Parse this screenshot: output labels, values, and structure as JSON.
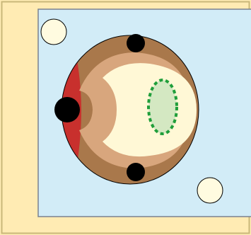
{
  "colors": {
    "page_background": "#FFEBB3",
    "page_border": "#C9B779",
    "panel_fill": "#D2ECF7",
    "panel_stroke": "#7A8290",
    "outer_shell": "#A9784B",
    "middle_layer": "#D8A67D",
    "inner_core": "#FFF8D6",
    "crescent_patch": "#C8302D",
    "marker_dots": "#000000",
    "small_circles_fill": "#FFFBE0",
    "dashed_oval_fill": "#D4E8C2",
    "dashed_oval_stroke": "#1F9E3A"
  },
  "elements": {
    "border_frame": "frame",
    "panel": "background-panel",
    "cell": "oval-cell-body",
    "left_patch": "red-crescent-patch",
    "markers": [
      "top-marker-dot",
      "left-marker-dot",
      "bottom-marker-dot"
    ],
    "circles": [
      "top-left-circle",
      "bottom-right-circle"
    ],
    "inner_oval": "dashed-green-oval"
  }
}
